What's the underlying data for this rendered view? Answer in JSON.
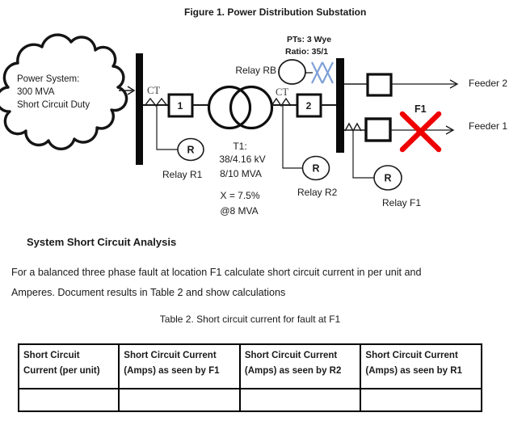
{
  "figure_title": "Figure 1. Power Distribution Substation",
  "diagram": {
    "cloud": {
      "line1": "Power System:",
      "line2": "300 MVA",
      "line3": "Short Circuit Duty"
    },
    "ct_label_1": "CT",
    "ct_label_2": "CT",
    "breaker_1": "1",
    "breaker_2": "2",
    "relay_rb_label": "Relay RB",
    "pt_line1": "PTs: 3 Wye",
    "pt_line2": "Ratio: 35/1",
    "transformer": {
      "line1": "T1:",
      "line2": "38/4.16 kV",
      "line3": "8/10 MVA",
      "line4": "X = 7.5%",
      "line5": "@8 MVA"
    },
    "relay_r1": {
      "r": "R",
      "label": "Relay R1"
    },
    "relay_r2": {
      "r": "R",
      "label": "Relay R2"
    },
    "relay_f1": {
      "r": "R",
      "label": "Relay F1"
    },
    "feeder_2_label": "Feeder 2",
    "feeder_1_label": "Feeder 1",
    "fault_label": "F1",
    "colors": {
      "fault_red": "#EE0000",
      "pt_blue": "#7D9FD6"
    }
  },
  "section": {
    "heading": "System Short Circuit Analysis",
    "paragraph_line1": "For a balanced three phase fault at location F1 calculate short circuit current in per unit and",
    "paragraph_line2": "Amperes. Document results in Table 2 and show calculations"
  },
  "table": {
    "caption": "Table 2. Short circuit current for fault at F1",
    "columns": [
      {
        "line1": "Short Circuit",
        "line2": "Current (per unit)"
      },
      {
        "line1": "Short Circuit Current",
        "line2": "(Amps) as seen by F1"
      },
      {
        "line1": "Short Circuit Current",
        "line2": "(Amps) as seen by R2"
      },
      {
        "line1": "Short Circuit Current",
        "line2": "(Amps) as seen by R1"
      }
    ],
    "rows": [
      [
        "",
        "",
        "",
        ""
      ]
    ]
  }
}
